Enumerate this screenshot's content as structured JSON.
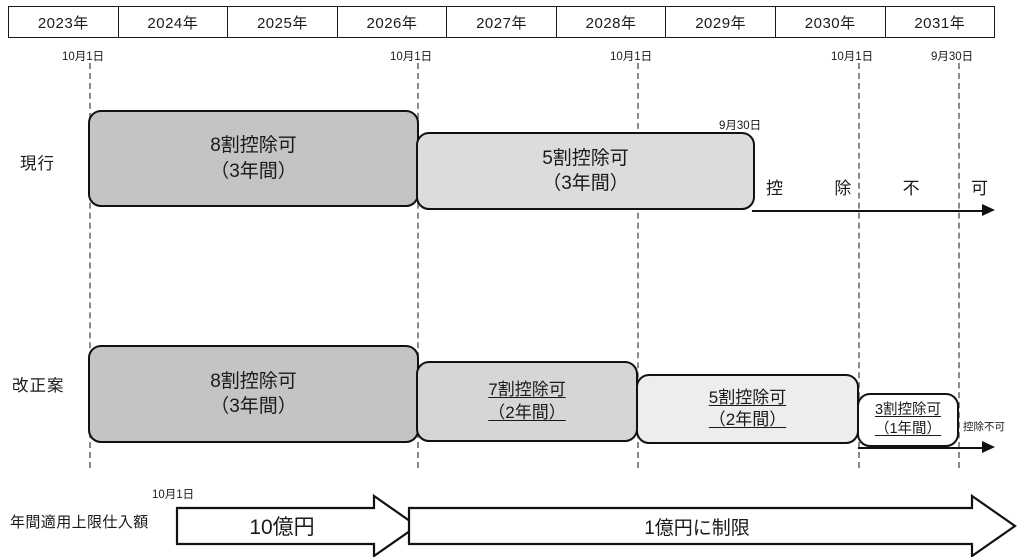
{
  "header": {
    "years": [
      "2023年",
      "2024年",
      "2025年",
      "2026年",
      "2027年",
      "2028年",
      "2029年",
      "2030年",
      "2031年"
    ]
  },
  "markers": [
    {
      "id": "m1",
      "label": "10月1日"
    },
    {
      "id": "m2",
      "label": "10月1日"
    },
    {
      "id": "m3",
      "label": "10月1日"
    },
    {
      "id": "m4",
      "label": "10月1日"
    },
    {
      "id": "m5",
      "label": "9月30日"
    }
  ],
  "rows": {
    "current": {
      "label": "現行",
      "boxes": [
        {
          "l1": "8割控除可",
          "l2": "（3年間）",
          "fill": "#c4c4c4"
        },
        {
          "l1": "5割控除可",
          "l2": "（3年間）",
          "fill": "#dcdcdc"
        }
      ],
      "end_marker": "9月30日",
      "no_deduction_chars": [
        "控",
        "除",
        "不",
        "可"
      ]
    },
    "proposal": {
      "label": "改正案",
      "boxes": [
        {
          "l1": "8割控除可",
          "l2": "（3年間）",
          "fill": "#c4c4c4"
        },
        {
          "l1": "7割控除可",
          "l2": "（2年間）",
          "fill": "#d6d6d6"
        },
        {
          "l1": "5割控除可",
          "l2": "（2年間）",
          "fill": "#ededed"
        },
        {
          "l1": "3割控除可",
          "l2": "（1年間）",
          "fill": "#ffffff"
        }
      ],
      "no_deduction_note": "控除不可"
    }
  },
  "bottom": {
    "label": "年間適用上限仕入額",
    "start_marker": "10月1日",
    "arrows": [
      {
        "text": "10億円"
      },
      {
        "text": "1億円に制限"
      }
    ]
  },
  "colors": {
    "line": "#111111",
    "dashed": "#8a8a8a",
    "text": "#1a1a1a",
    "background": "#ffffff"
  }
}
